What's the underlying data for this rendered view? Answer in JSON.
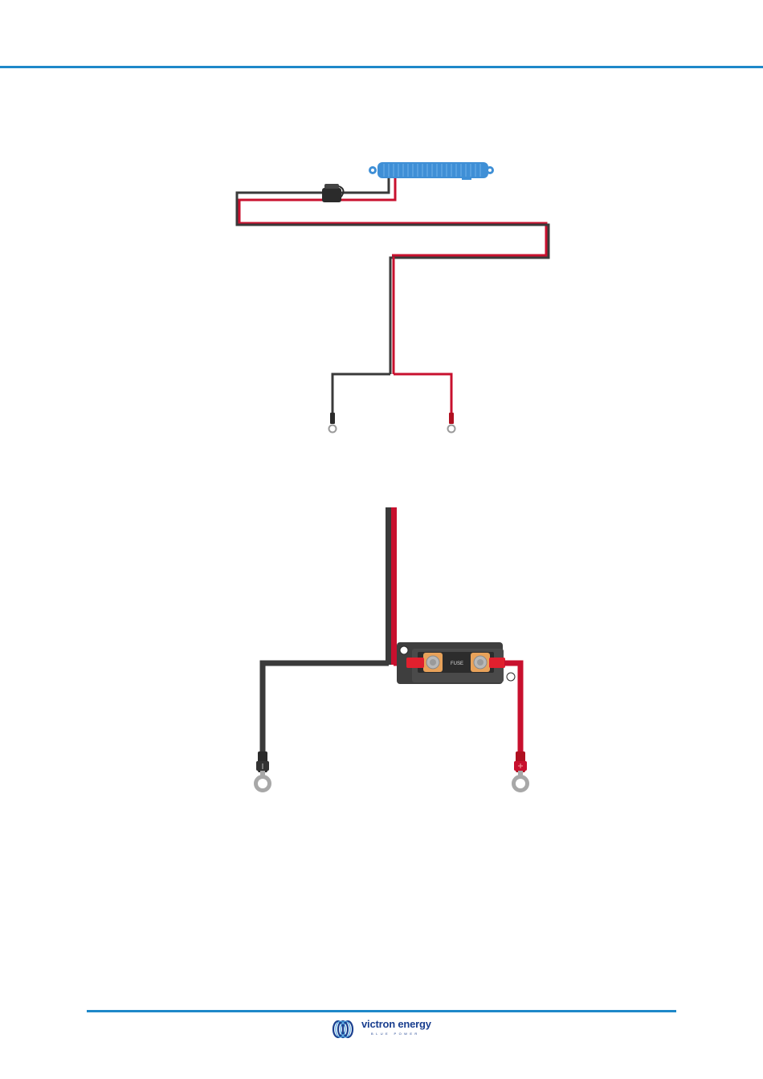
{
  "fuse_label": "FUSE",
  "brand": {
    "name": "victron energy",
    "tagline": "BLUE POWER"
  },
  "colors": {
    "accent_rule": "#1e88c9",
    "wire_positive": "#c8102e",
    "wire_negative": "#3a3a3a",
    "device_body": "#3f8fd6",
    "brand_blue": "#1a3f8f"
  }
}
